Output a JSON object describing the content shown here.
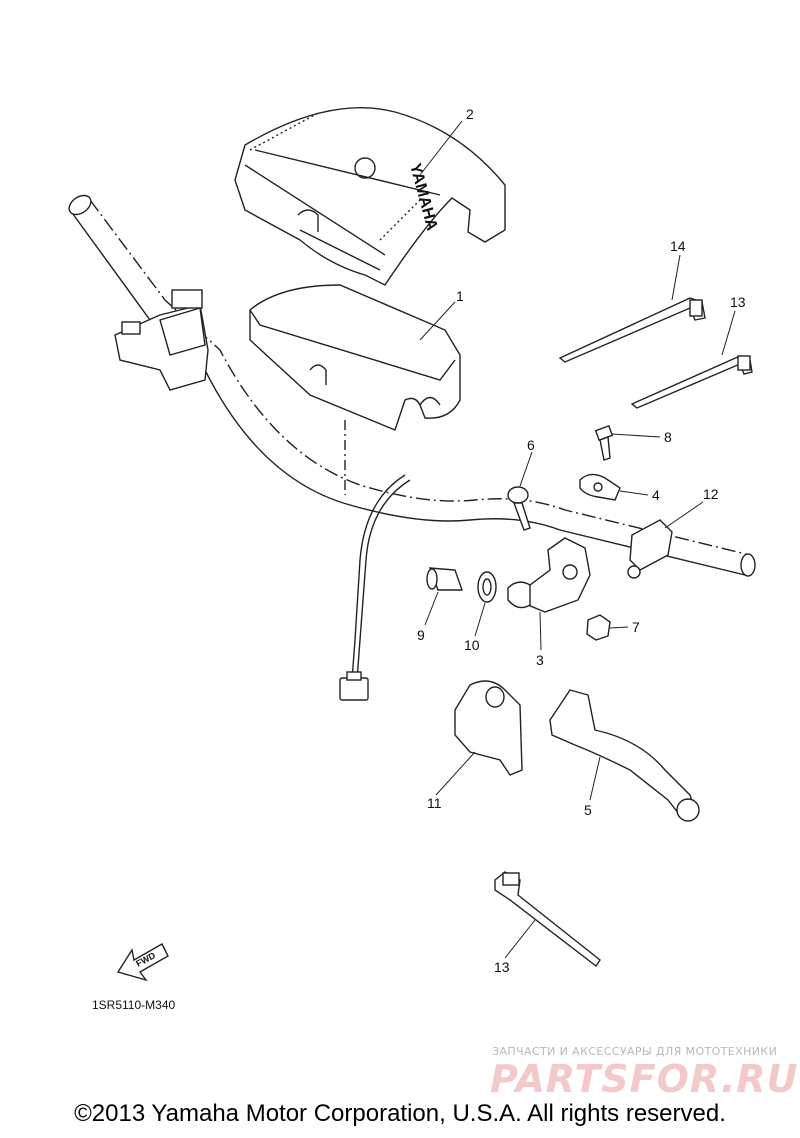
{
  "diagram_code": "1SR5110-M340",
  "copyright": "©2013 Yamaha Motor Corporation, U.S.A. All rights reserved.",
  "pad_logo_text": "YAMAHA",
  "fwd_label": "FWD",
  "watermark": {
    "tagline": "ЗАПЧАСТИ И АКСЕССУАРЫ ДЛЯ МОТОТЕХНИКИ",
    "logo": "PARTSFOR.RU"
  },
  "callouts": {
    "c1": "1",
    "c2": "2",
    "c3": "3",
    "c4": "4",
    "c5": "5",
    "c6": "6",
    "c7": "7",
    "c8": "8",
    "c9": "9",
    "c10": "10",
    "c11": "11",
    "c12": "12",
    "c13a": "13",
    "c13b": "13",
    "c14": "14"
  }
}
